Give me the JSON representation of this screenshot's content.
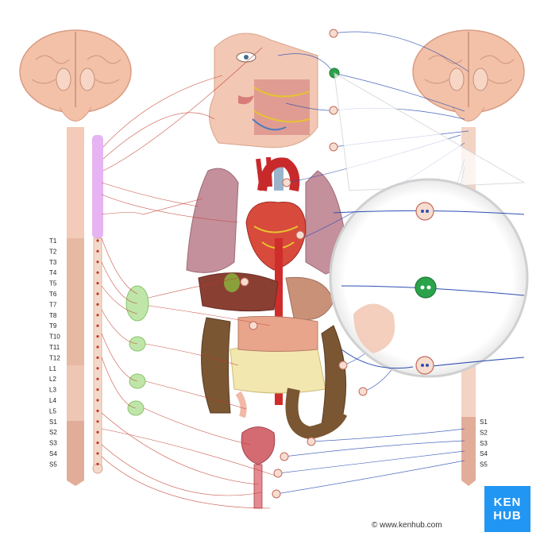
{
  "diagram": {
    "left_spinal_labels": [
      "T1",
      "T2",
      "T3",
      "T4",
      "T5",
      "T6",
      "T7",
      "T8",
      "T9",
      "T10",
      "T11",
      "T12",
      "L1",
      "L2",
      "L3",
      "L4",
      "L5",
      "S1",
      "S2",
      "S3",
      "S4",
      "S5"
    ],
    "right_spinal_labels": [
      "S1",
      "S2",
      "S3",
      "S4",
      "S5"
    ]
  },
  "colors": {
    "sympathetic": "#c0392b",
    "parasympathetic": "#2e4fb3",
    "cranial_highlight": "#d9a7f0",
    "ganglion_fill": "#bfe6a8",
    "brain": "#f2c1a8",
    "brand": "#2196f3"
  },
  "watermark": {
    "url_text": "www.kenhub.com",
    "logo_line1": "KEN",
    "logo_line2": "HUB"
  }
}
